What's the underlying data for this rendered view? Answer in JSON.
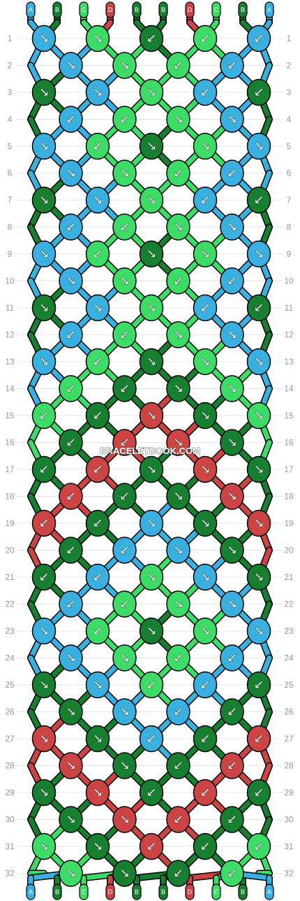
{
  "watermark": "BRACELETBOOK.COM",
  "colors": {
    "A": "#3ab0e0",
    "B": "#168030",
    "C": "#3ddc66",
    "D": "#cc4444"
  },
  "strand_labels": [
    "A",
    "B",
    "C",
    "D",
    "B",
    "B",
    "D",
    "C",
    "B",
    "A"
  ],
  "row_labels": [
    "1",
    "2",
    "3",
    "4",
    "5",
    "6",
    "7",
    "8",
    "9",
    "10",
    "11",
    "12",
    "13",
    "14",
    "15",
    "16",
    "17",
    "18",
    "19",
    "20",
    "21",
    "22",
    "23",
    "24",
    "25",
    "26",
    "27",
    "28",
    "29",
    "30",
    "31",
    "32"
  ],
  "knot_colors": [
    [
      "A",
      "C",
      "B",
      "C",
      "A"
    ],
    [
      "A",
      "C",
      "C",
      "A"
    ],
    [
      "B",
      "A",
      "C",
      "A",
      "B"
    ],
    [
      "A",
      "C",
      "C",
      "A"
    ],
    [
      "A",
      "C",
      "B",
      "C",
      "A"
    ],
    [
      "A",
      "C",
      "C",
      "A"
    ],
    [
      "B",
      "A",
      "C",
      "A",
      "B"
    ],
    [
      "A",
      "C",
      "C",
      "A"
    ],
    [
      "A",
      "C",
      "B",
      "C",
      "A"
    ],
    [
      "A",
      "C",
      "C",
      "A"
    ],
    [
      "B",
      "A",
      "C",
      "A",
      "B"
    ],
    [
      "A",
      "C",
      "C",
      "A"
    ],
    [
      "A",
      "C",
      "B",
      "C",
      "A"
    ],
    [
      "C",
      "B",
      "B",
      "C"
    ],
    [
      "C",
      "B",
      "D",
      "B",
      "C"
    ],
    [
      "B",
      "D",
      "D",
      "B"
    ],
    [
      "B",
      "D",
      "B",
      "D",
      "B"
    ],
    [
      "D",
      "B",
      "B",
      "D"
    ],
    [
      "D",
      "B",
      "A",
      "B",
      "D"
    ],
    [
      "B",
      "A",
      "A",
      "B"
    ],
    [
      "B",
      "A",
      "C",
      "A",
      "B"
    ],
    [
      "A",
      "C",
      "C",
      "A"
    ],
    [
      "A",
      "C",
      "B",
      "C",
      "A"
    ],
    [
      "A",
      "C",
      "C",
      "A"
    ],
    [
      "B",
      "A",
      "C",
      "A",
      "B"
    ],
    [
      "B",
      "A",
      "A",
      "B"
    ],
    [
      "D",
      "B",
      "A",
      "B",
      "D"
    ],
    [
      "D",
      "B",
      "B",
      "D"
    ],
    [
      "B",
      "D",
      "B",
      "D",
      "B"
    ],
    [
      "B",
      "D",
      "D",
      "B"
    ],
    [
      "C",
      "B",
      "D",
      "B",
      "C"
    ],
    [
      "C",
      "B",
      "B",
      "C"
    ]
  ],
  "knot_arrows": [
    [
      "↘",
      "↘",
      "↙",
      "↙",
      "↙"
    ],
    [
      "↘",
      "↘",
      "↙",
      "↙"
    ],
    [
      "↘",
      "↘",
      "↘",
      "↙",
      "↙"
    ],
    [
      "↙",
      "↙",
      "↘",
      "↘"
    ],
    [
      "↘",
      "↙",
      "↘",
      "↘",
      "↘"
    ],
    [
      "↘",
      "↘",
      "↙",
      "↙"
    ],
    [
      "↘",
      "↘",
      "↘",
      "↙",
      "↙"
    ],
    [
      "↙",
      "↙",
      "↘",
      "↘"
    ],
    [
      "↘",
      "↙",
      "↘",
      "↘",
      "↘"
    ],
    [
      "↘",
      "↘",
      "↙",
      "↙"
    ],
    [
      "↘",
      "↘",
      "↘",
      "↙",
      "↙"
    ],
    [
      "↙",
      "↙",
      "↘",
      "↘"
    ],
    [
      "↘",
      "↙",
      "↘",
      "↘",
      "↘"
    ],
    [
      "↙",
      "↙",
      "↘",
      "↘"
    ],
    [
      "↙",
      "↙",
      "↘",
      "↘",
      "↘"
    ],
    [
      "↙",
      "↙",
      "↘",
      "↘"
    ],
    [
      "↙",
      "↙",
      "↘",
      "↘",
      "↘"
    ],
    [
      "↙",
      "↙",
      "↘",
      "↘"
    ],
    [
      "↙",
      "↙",
      "↘",
      "↘",
      "↘"
    ],
    [
      "↙",
      "↙",
      "↘",
      "↘"
    ],
    [
      "↙",
      "↙",
      "↘",
      "↘",
      "↘"
    ],
    [
      "↙",
      "↙",
      "↘",
      "↘"
    ],
    [
      "↘",
      "↙",
      "↘",
      "↘",
      "↘"
    ],
    [
      "↘",
      "↘",
      "↙",
      "↙"
    ],
    [
      "↘",
      "↘",
      "↙",
      "↙",
      "↙"
    ],
    [
      "↘",
      "↘",
      "↙",
      "↙"
    ],
    [
      "↘",
      "↘",
      "↙",
      "↙",
      "↙"
    ],
    [
      "↘",
      "↘",
      "↙",
      "↙"
    ],
    [
      "↘",
      "↘",
      "↙",
      "↙",
      "↙"
    ],
    [
      "↘",
      "↘",
      "↙",
      "↙"
    ],
    [
      "↘",
      "↘",
      "↙",
      "↙",
      "↙"
    ],
    [
      "↘",
      "↘",
      "↙",
      "↙"
    ]
  ]
}
